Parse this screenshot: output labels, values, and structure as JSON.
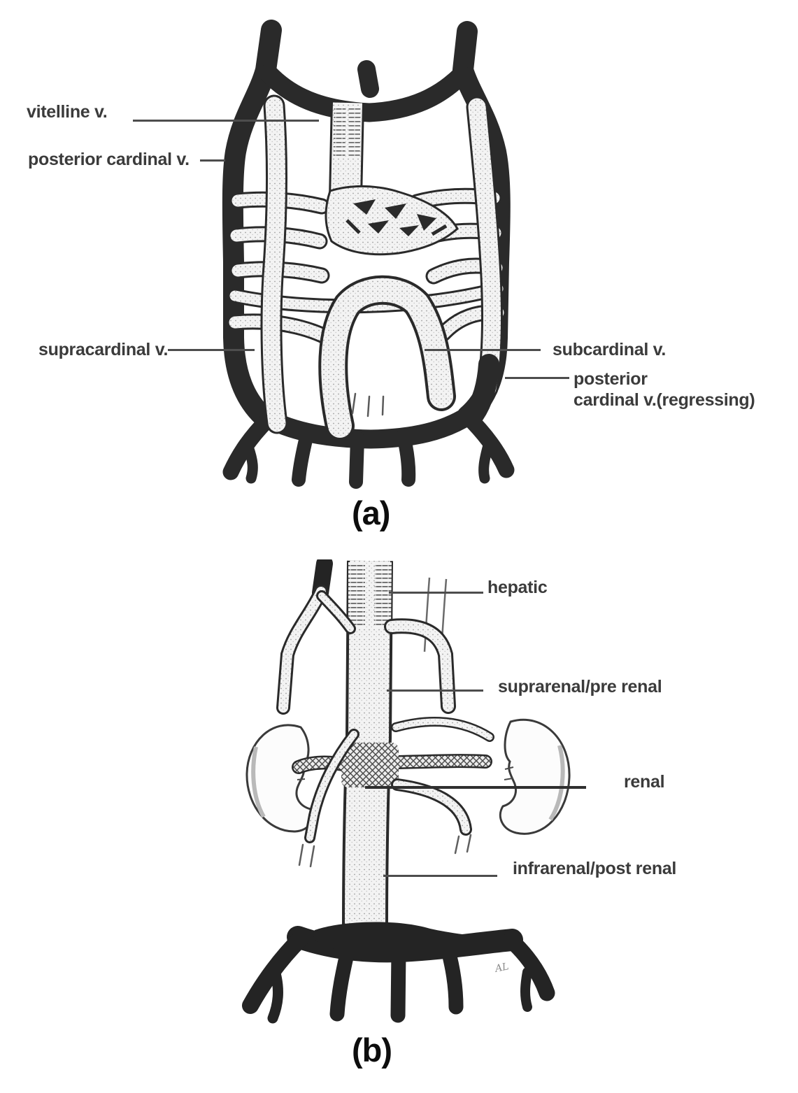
{
  "panels": {
    "a": {
      "caption": "(a)",
      "labels": {
        "vitelline": "vitelline v.",
        "posterior_cardinal": "posterior cardinal v.",
        "supracardinal": "supracardinal v.",
        "subcardinal": "subcardinal v.",
        "regressing_line1": "posterior",
        "regressing_line2": "cardinal v.(regressing)"
      }
    },
    "b": {
      "caption": "(b)",
      "labels": {
        "hepatic": "hepatic",
        "suprarenal": "suprarenal/pre renal",
        "renal": "renal",
        "infrarenal": "infrarenal/post renal"
      },
      "artist_initials": "AL"
    }
  },
  "colors": {
    "ink": "#2a2a2a",
    "leader_line": "#4d4d4d",
    "label_text": "#3b3b3b",
    "background": "#ffffff"
  }
}
